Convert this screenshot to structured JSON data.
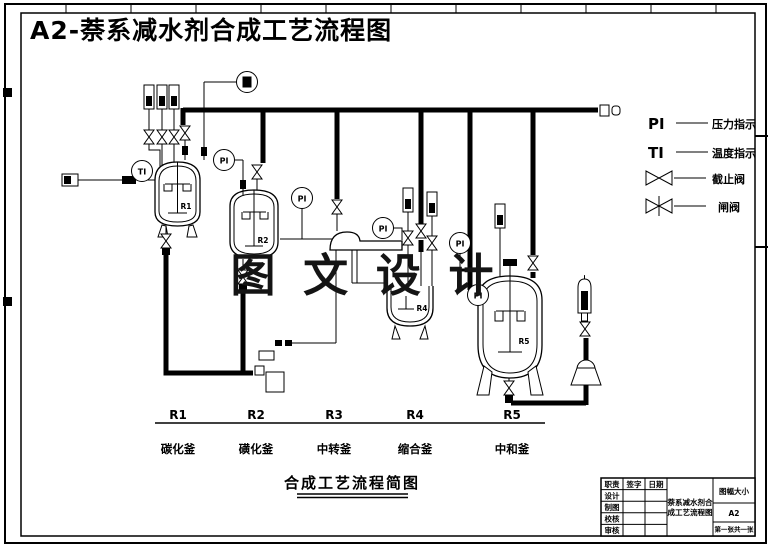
{
  "page": {
    "title": "A2-萘系减水剂合成工艺流程图",
    "watermark": "图 文 设 计",
    "caption": "合成工艺流程简图"
  },
  "colors": {
    "title_red": "#ee0000",
    "line": "#000000",
    "background": "#ffffff"
  },
  "legend": {
    "pi_symbol": "PI",
    "pi_label": "压力指示",
    "ti_symbol": "TI",
    "ti_label": "温度指示",
    "stop_valve_label": "截止阀",
    "gate_valve_label": "闸阀"
  },
  "instruments": {
    "pi": "PI",
    "ti": "TI"
  },
  "equipment": [
    {
      "id": "R1",
      "name": "碳化釜"
    },
    {
      "id": "R2",
      "name": "磺化釜"
    },
    {
      "id": "R3",
      "name": "中转釜"
    },
    {
      "id": "R4",
      "name": "缩合釜"
    },
    {
      "id": "R5",
      "name": "中和釜"
    }
  ],
  "titleblock": {
    "headers": [
      "职责",
      "签字",
      "日期"
    ],
    "rows": [
      "设计",
      "制图",
      "校核",
      "审核"
    ],
    "drawing_name_line1": "萘系减水剂合",
    "drawing_name_line2": "成工艺流程图",
    "size_label": "图幅大小",
    "size_value": "A2",
    "sheet_note": "第一张共一张"
  }
}
